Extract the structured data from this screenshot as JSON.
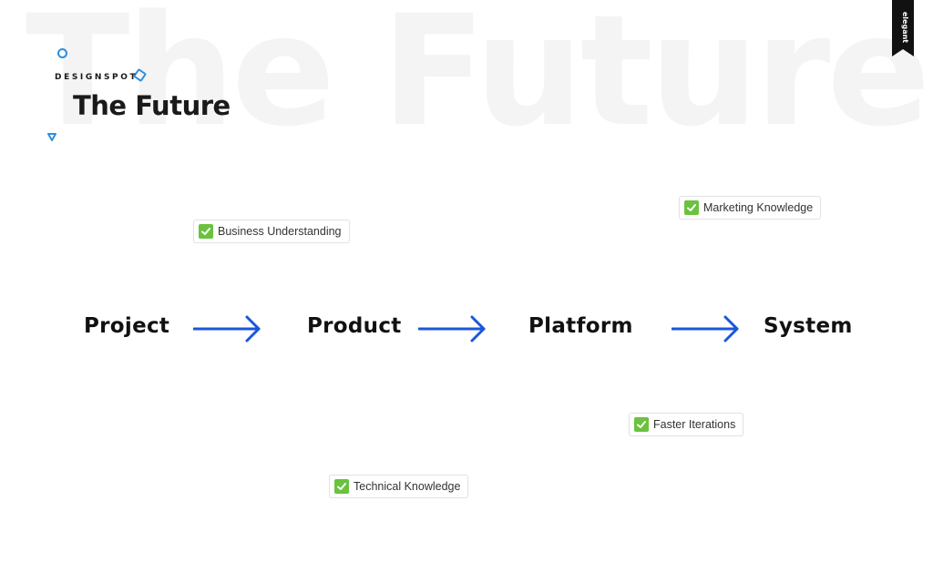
{
  "background_title": "The Future",
  "header": {
    "eyebrow": "DESIGNSPOT",
    "title": "The Future"
  },
  "badge": {
    "text": "elegant"
  },
  "flow": {
    "steps": [
      "Project",
      "Product",
      "Platform",
      "System"
    ]
  },
  "tags": {
    "business": "Business Understanding",
    "marketing": "Marketing Knowledge",
    "faster": "Faster Iterations",
    "technical": "Technical Knowledge"
  },
  "colors": {
    "arrow": "#1a56db",
    "check": "#6ac23e",
    "deco": "#2d8fe0",
    "text": "#111111",
    "watermark": "#f4f4f4"
  }
}
